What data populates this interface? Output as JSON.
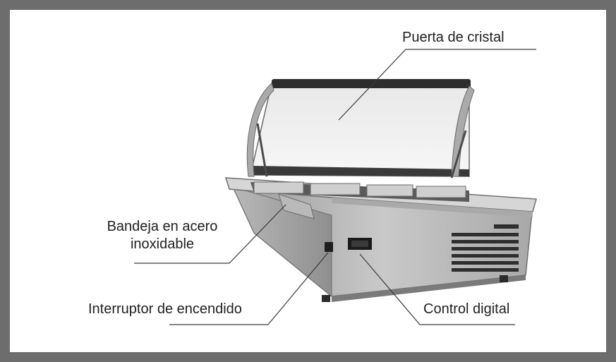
{
  "labels": {
    "door": "Puerta de cristal",
    "tray_line1": "Bandeja en acero",
    "tray_line2": "inoxidable",
    "switch": "Interruptor de encendido",
    "control": "Control digital"
  },
  "colors": {
    "frame": "#6d6d6d",
    "background": "#ffffff",
    "leader_line": "#3a3a3a",
    "text": "#1f1f1f"
  }
}
